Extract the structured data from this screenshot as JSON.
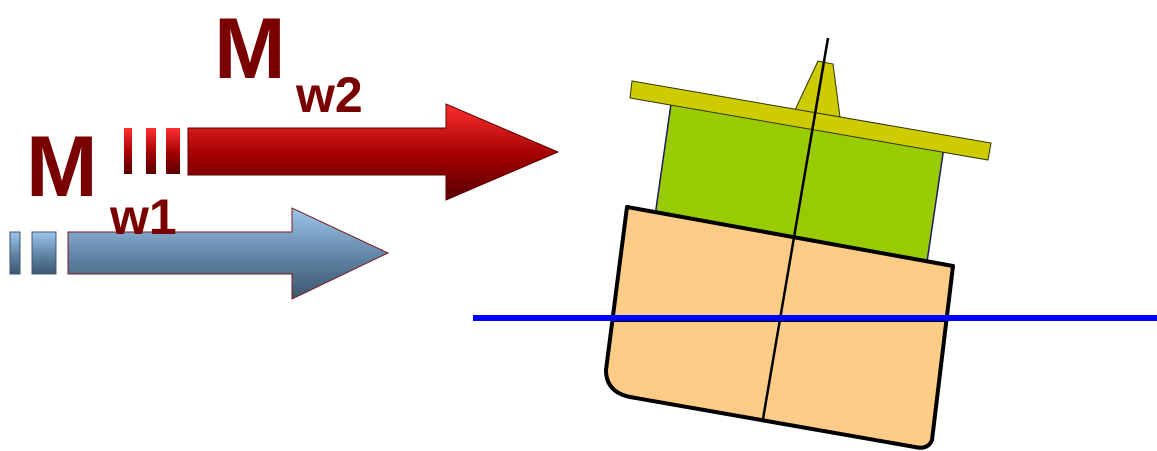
{
  "labels": {
    "m_main": "M",
    "w2_sub": "w2",
    "w1_sub": "w1"
  },
  "colors": {
    "label": "#7a0000",
    "arrow_red_light": "#ff2020",
    "arrow_red_dark": "#6a0000",
    "arrow_blue_light": "#8ab8e8",
    "arrow_blue_dark": "#4a6a88",
    "waterline": "#0000ff",
    "hull_fill": "#ffcc88",
    "superstructure_fill": "#99cc00",
    "deck_fill": "#cccc00",
    "hull_stroke": "#000000"
  },
  "icons": {
    "arrow_large": "arrow-right-icon",
    "arrow_small": "arrow-right-icon",
    "ship": "ship-section-icon"
  }
}
